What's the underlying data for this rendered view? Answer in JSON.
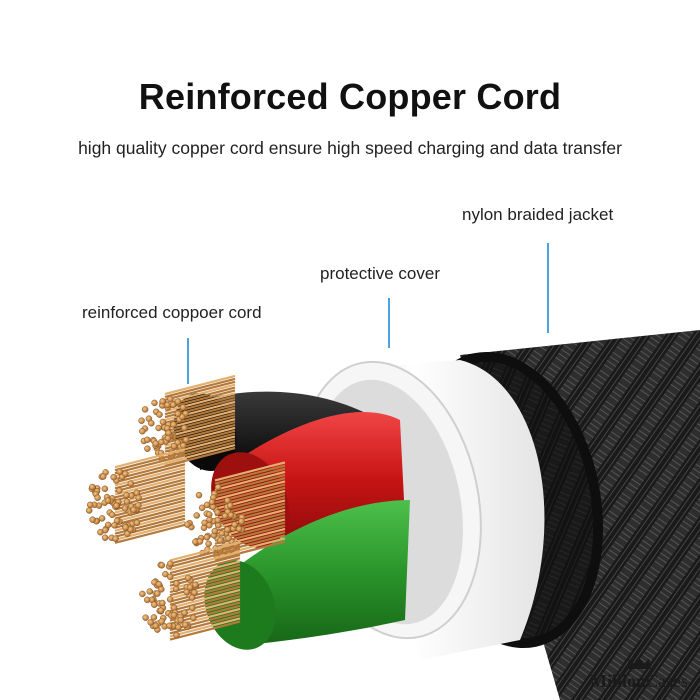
{
  "title": "Reinforced Copper Cord",
  "subtitle": "high quality copper cord ensure high speed charging and data transfer",
  "callouts": {
    "jacket": "nylon braided jacket",
    "cover": "protective cover",
    "cord": "reinforced coppoer cord"
  },
  "brand": {
    "word1": "Million",
    "word2": "Cases"
  },
  "colors": {
    "callout_line": "#4aa3df",
    "jacket": "#1c1c1c",
    "cover": "#f2f2f2",
    "wire_black": "#141414",
    "wire_red": "#d01818",
    "wire_green": "#2e9a2e",
    "copper": "#c98a4a"
  }
}
